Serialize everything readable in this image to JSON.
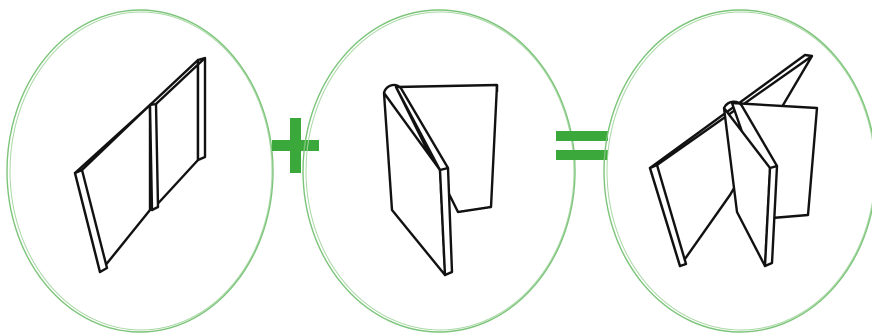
{
  "diagram": {
    "colors": {
      "ring": "#7cc47a",
      "operator": "#3aa83a",
      "panel_fill": "#ffffff",
      "panel_stroke": "#111111"
    },
    "panels": [
      {
        "name": "flat-two-panel-board",
        "depicts": "two-panel-board-icon"
      },
      {
        "name": "folded-hinged-book",
        "depicts": "hinged-book-icon"
      },
      {
        "name": "combined-three-panel-fold",
        "depicts": "three-panel-fold-icon"
      }
    ],
    "operators": [
      {
        "name": "plus-sign",
        "symbol": "plus"
      },
      {
        "name": "equals-sign",
        "symbol": "equals"
      }
    ]
  }
}
